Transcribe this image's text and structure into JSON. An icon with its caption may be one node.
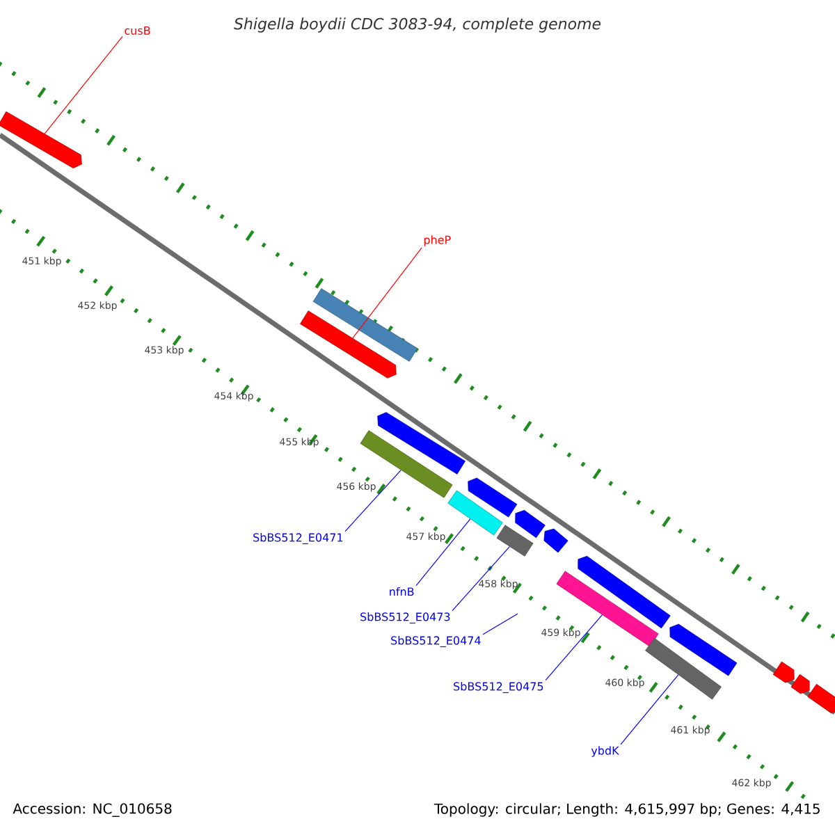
{
  "diagram": {
    "title": "Shigella boydii CDC 3083-94, complete genome",
    "nodes": [
      {
        "text": [
          "cusB"
        ]
      },
      {
        "text": [],
        "shape": "arrow"
      },
      {
        "text": [
          "pheP"
        ]
      },
      {
        "text": [],
        "shape": "arrow"
      },
      {
        "text": [
          "SbBS512_E0471"
        ]
      },
      {
        "text": [],
        "shape": "bar"
      },
      {
        "text": [
          "nfnB"
        ]
      },
      {
        "text": [],
        "shape": "bar"
      },
      {
        "text": [
          "SbBS512_E0473"
        ]
      },
      {
        "text": [],
        "shape": "bar"
      },
      {
        "text": [
          "SbBS512_E0474"
        ]
      },
      {
        "text": [
          "SbBS512_E0475"
        ]
      },
      {
        "text": [],
        "shape": "bar"
      },
      {
        "text": [
          "ybdK"
        ]
      },
      {
        "text": [],
        "shape": "bar"
      },
      {
        "text": [],
        "shape": "bar"
      },
      {
        "text": [],
        "shape": "arrow"
      },
      {
        "text": [],
        "shape": "arrow"
      },
      {
        "text": [],
        "shape": "arrow"
      },
      {
        "text": [],
        "shape": "arrow"
      },
      {
        "text": [],
        "shape": "arrow"
      },
      {
        "text": [],
        "shape": "arrow"
      },
      {
        "text": [],
        "shape": "arrow"
      },
      {
        "text": [],
        "shape": "arrow"
      },
      {
        "text": [],
        "shape": "arrow"
      }
    ],
    "edges": [
      {
        "from": 0,
        "to": 1,
        "arrow": "none",
        "color": "#ff0000"
      },
      {
        "from": 2,
        "to": 3,
        "arrow": "none",
        "color": "#ff0000"
      },
      {
        "from": 4,
        "to": 5,
        "arrow": "none"
      },
      {
        "from": 6,
        "to": 7,
        "arrow": "none"
      },
      {
        "from": 8,
        "to": 9,
        "arrow": "none"
      },
      {
        "from": 10,
        "to": null,
        "arrow": "none"
      },
      {
        "from": 11,
        "to": 12,
        "arrow": "none"
      },
      {
        "from": 13,
        "to": 14,
        "arrow": "none"
      }
    ],
    "labels": [
      "451 kbp",
      "452 kbp",
      "453 kbp",
      "454 kbp",
      "455 kbp",
      "456 kbp",
      "457 kbp",
      "458 kbp",
      "459 kbp",
      "460 kbp",
      "461 kbp",
      "462 kbp",
      "Accession: NC_010658",
      "Topology: circular; Length: 4,615,997 bp; Genes: 4,415"
    ]
  }
}
